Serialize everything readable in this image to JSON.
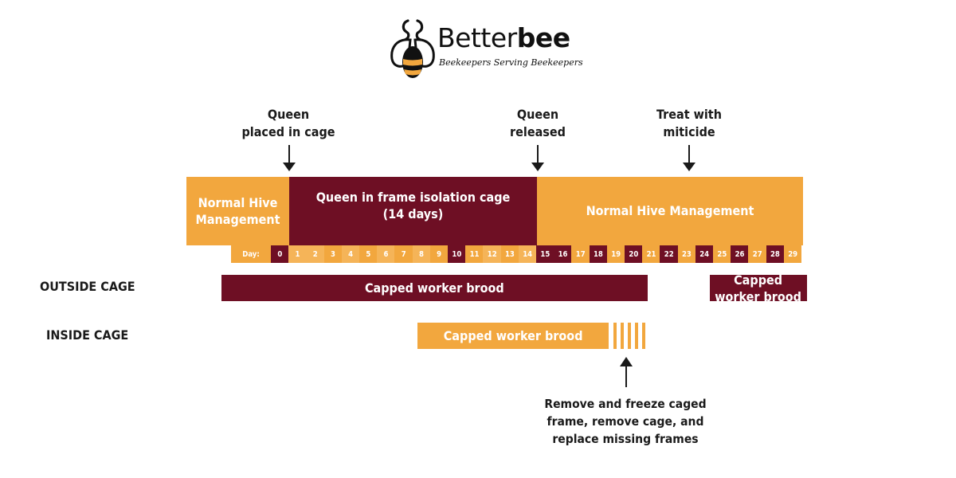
{
  "logo": {
    "name_regular": "Better",
    "name_bold": "bee",
    "registered": "®",
    "tagline": "Beekeepers Serving Beekeepers"
  },
  "events": [
    {
      "label": "Queen\nplaced in cage"
    },
    {
      "label": "Queen\nreleased"
    },
    {
      "label": "Treat with\nmiticide"
    }
  ],
  "timeline": {
    "phases": [
      {
        "label": "Normal Hive\nManagement"
      },
      {
        "label": "Queen in frame isolation cage\n(14 days)"
      },
      {
        "label": "Normal Hive Management"
      }
    ],
    "day_label": "Day:",
    "days": [
      0,
      1,
      2,
      3,
      4,
      5,
      6,
      7,
      8,
      9,
      10,
      11,
      12,
      13,
      14,
      15,
      16,
      17,
      18,
      19,
      20,
      21,
      22,
      23,
      24,
      25,
      26,
      27,
      28,
      29
    ]
  },
  "rows": {
    "outside_label": "OUTSIDE CAGE",
    "inside_label": "INSIDE CAGE",
    "outside_bars": [
      {
        "label": "Capped worker brood",
        "start_day": -2.8,
        "end_day": 21.3
      },
      {
        "label": "Capped worker brood",
        "start_day": 24.8,
        "end_day": 30.3
      }
    ],
    "inside_bar": {
      "label": "Capped worker brood",
      "start_day": 8.3,
      "end_day": 19.1
    },
    "inside_stripes": 5
  },
  "annotation": {
    "label": "Remove and freeze caged\nframe, remove cage, and\nreplace missing frames"
  },
  "colors": {
    "orange": "#f2a73e",
    "maroon": "#6e0f24",
    "text": "#1a1a1a"
  }
}
